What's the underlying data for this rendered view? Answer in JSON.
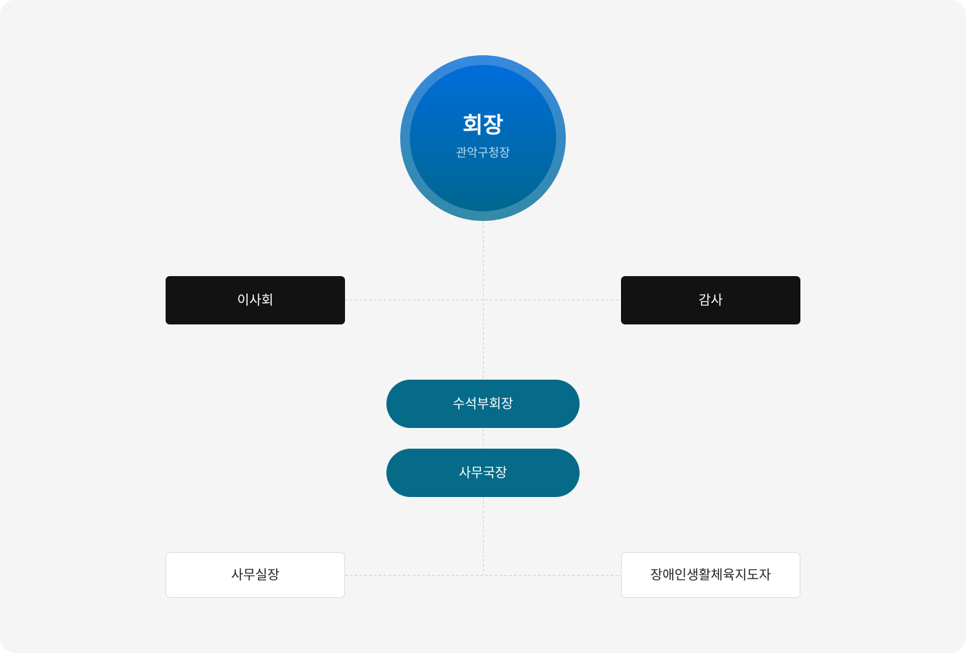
{
  "chart": {
    "chairman": {
      "title": "회장",
      "subtitle": "관악구청장"
    },
    "board": "이사회",
    "auditor": "감사",
    "senior_vice_chairman": "수석부회장",
    "secretary_general": "사무국장",
    "office_manager": "사무실장",
    "instructor": "장애인생활체육지도자"
  },
  "colors": {
    "background": "#f5f5f5",
    "chairman_ring": "#3689de",
    "chairman_fill": "#006ddc",
    "dark_box": "#121212",
    "teal_box": "#056b89",
    "connector": "#cfcfcf"
  }
}
